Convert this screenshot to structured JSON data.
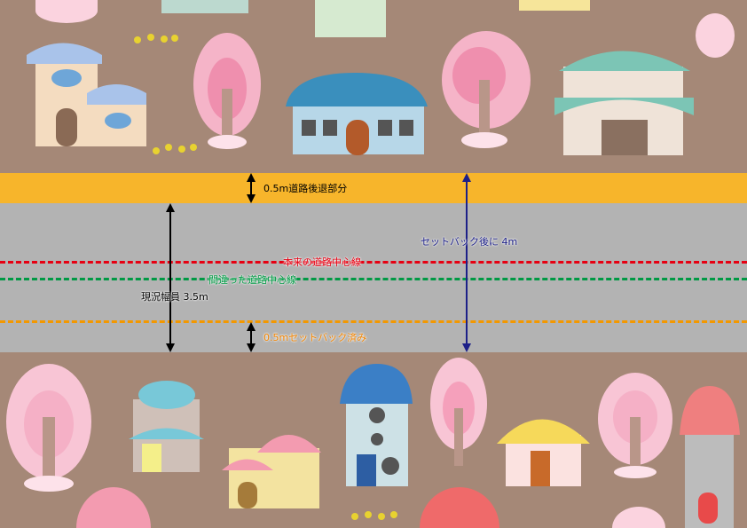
{
  "labels": {
    "setback_part": "0.5m道路後退部分",
    "after_setback": "セットバック後に 4m",
    "true_centerline": "本来の道路中心線",
    "wrong_centerline": "間違った道路中心線",
    "current_width": "現況幅員 3.5m",
    "setback_done": "0.5mセットバック済み"
  },
  "colors": {
    "background": "#a58877",
    "setback_band": "#f7b52b",
    "road": "#b3b3b3",
    "true_centerline": "#e60012",
    "wrong_centerline": "#009944",
    "setback_line": "#f39800",
    "after_setback_arrow": "#1d2088"
  }
}
